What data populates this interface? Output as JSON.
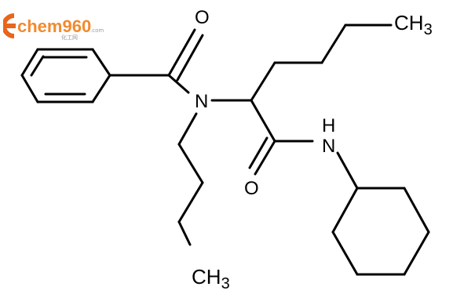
{
  "watermark": {
    "brand": "chem960",
    "suffix": ".com",
    "tagline": "化工网",
    "colors": {
      "c_mark": "#e8651a",
      "text": "#f28a2e",
      "small": "#9a9a9a"
    }
  },
  "molecule": {
    "atoms": {
      "O_carbonyl_top": "O",
      "N_amide": "N",
      "CH3_top": "CH",
      "CH3_top_sub": "3",
      "NH_amide": "H",
      "N_cyclohexyl": "N",
      "O_carbonyl_mid": "O",
      "CH3_bottom": "CH",
      "CH3_bottom_sub": "3"
    },
    "colors": {
      "bond": "#000000",
      "label": "#000000"
    }
  }
}
